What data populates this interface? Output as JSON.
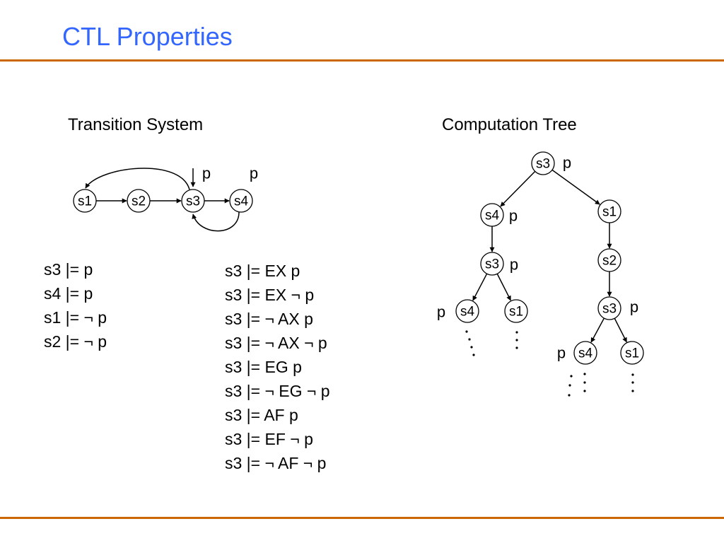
{
  "slide": {
    "title": "CTL Properties",
    "accent_color": "#3366ff",
    "rule_color": "#cc6600"
  },
  "transition_system": {
    "heading": "Transition System",
    "states": [
      "s1",
      "s2",
      "s3",
      "s4"
    ],
    "initial_state": "s3",
    "labels": {
      "s3": "p",
      "s4": "p"
    },
    "transitions": [
      [
        "s1",
        "s2"
      ],
      [
        "s2",
        "s3"
      ],
      [
        "s3",
        "s4"
      ],
      [
        "s4",
        "s3"
      ],
      [
        "s3",
        "s1"
      ]
    ]
  },
  "computation_tree": {
    "heading": "Computation Tree",
    "root": {
      "state": "s3",
      "label": "p",
      "children": [
        {
          "state": "s4",
          "label": "p",
          "children": [
            {
              "state": "s3",
              "label": "p",
              "children": [
                {
                  "state": "s4",
                  "label": "p"
                },
                {
                  "state": "s1",
                  "label": ""
                }
              ]
            }
          ]
        },
        {
          "state": "s1",
          "label": "",
          "children": [
            {
              "state": "s2",
              "label": "",
              "children": [
                {
                  "state": "s3",
                  "label": "p",
                  "children": [
                    {
                      "state": "s4",
                      "label": "p"
                    },
                    {
                      "state": "s1",
                      "label": ""
                    }
                  ]
                }
              ]
            }
          ]
        }
      ]
    }
  },
  "basic_properties": [
    "s3 |= p",
    "s4 |= p",
    "s1 |= ¬ p",
    "s2 |= ¬ p"
  ],
  "temporal_properties": [
    "s3 |= EX p",
    "s3 |= EX ¬ p",
    "s3 |= ¬ AX p",
    "s3 |= ¬ AX ¬ p",
    "s3 |= EG p",
    "s3 |= ¬ EG ¬ p",
    "s3 |= AF p",
    "s3 |= EF ¬ p",
    "s3 |= ¬ AF ¬ p"
  ]
}
